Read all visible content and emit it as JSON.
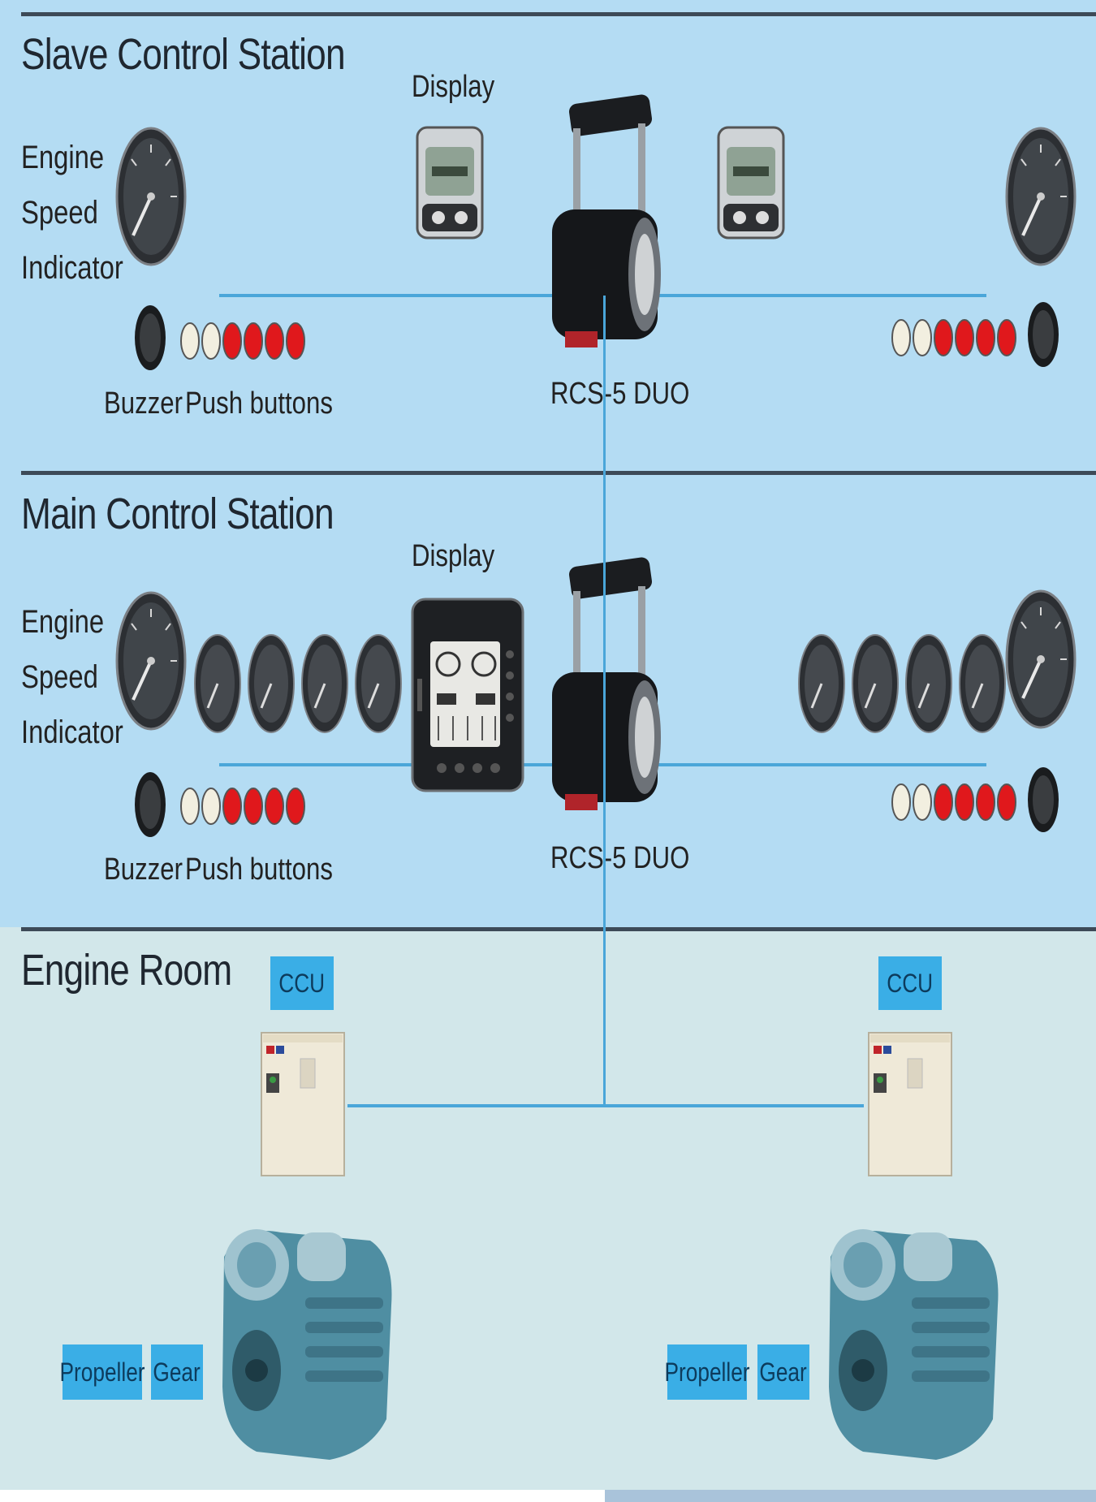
{
  "sections": {
    "slave": {
      "title": "Slave Control Station",
      "display_label": "Display",
      "esi_lines": [
        "Engine",
        "Speed",
        "Indicator"
      ],
      "buzzer_label": "Buzzer",
      "push_buttons_label": "Push buttons",
      "lever_label": "RCS-5 DUO"
    },
    "main": {
      "title": "Main Control Station",
      "display_label": "Display",
      "esi_lines": [
        "Engine",
        "Speed",
        "Indicator"
      ],
      "buzzer_label": "Buzzer",
      "push_buttons_label": "Push buttons",
      "lever_label": "RCS-5 DUO"
    },
    "engine_room": {
      "title": "Engine Room",
      "ccu_left": "CCU",
      "ccu_right": "CCU",
      "propeller_left": "Propeller",
      "gear_left": "Gear",
      "propeller_right": "Propeller",
      "gear_right": "Gear"
    }
  },
  "colors": {
    "station_bg": "#b4dcf3",
    "engine_room_bg": "#d2e7ea",
    "wire": "#4aa6d9",
    "tag": "#3aaee6",
    "button_red": "#e0181c",
    "button_white": "#f2efe0"
  },
  "icons": [
    "tachometer-icon",
    "lcd-display-icon",
    "control-lever-icon",
    "buzzer-icon",
    "push-button-icon",
    "ccu-cabinet-icon",
    "engine-icon"
  ]
}
